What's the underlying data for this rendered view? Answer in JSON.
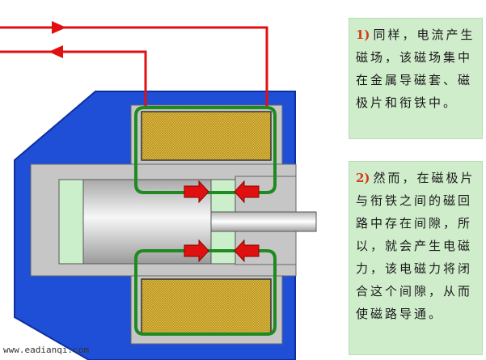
{
  "notes": [
    {
      "number": "1)",
      "text": "同样，电流产生磁场，该磁场集中在金属导磁套、磁极片和衔铁中。"
    },
    {
      "number": "2)",
      "text": "然而，在磁极片与衔铁之间的磁回路中存在间隙，所以，就会产生电磁力，该电磁力将闭合这个间隙，从而使磁路导通。"
    }
  ],
  "watermark": "www.eadianqi.com",
  "colors": {
    "housing": "#1f4fd6",
    "housing_stroke": "#0f2f9e",
    "inner_frame": "#c6c6c6",
    "coil_fill": "#e6c23a",
    "coil_hatch": "#b8942a",
    "flux_path": "#1f8a1f",
    "force_arrow": "#e01010",
    "wire": "#e01010",
    "gap_fill": "#ccefcb",
    "note_bg": "#cfeccb",
    "note_number": "#d43a1a"
  }
}
